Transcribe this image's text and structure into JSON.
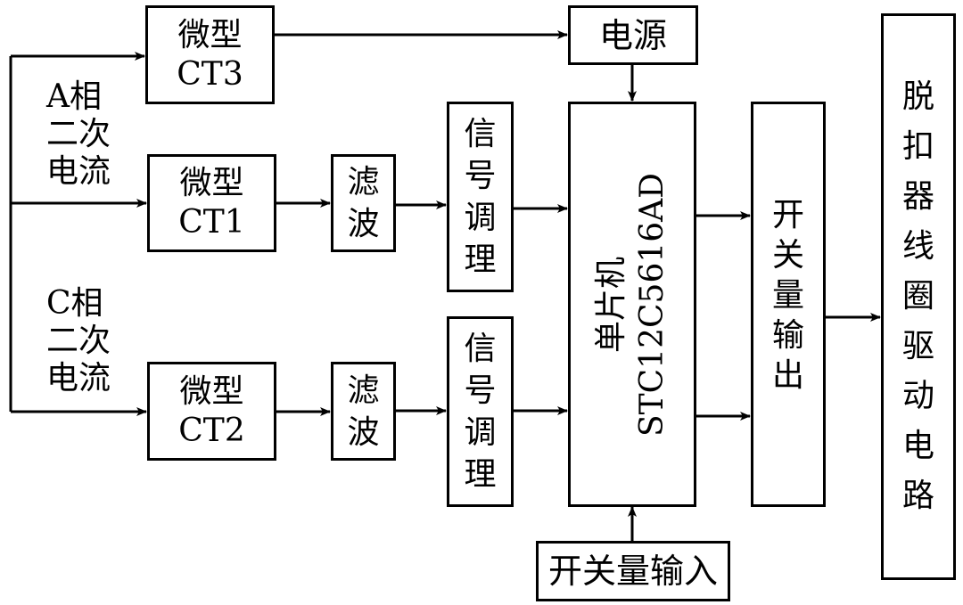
{
  "diagram": {
    "inputs": {
      "phase_a": [
        "A相",
        "二次",
        "电流"
      ],
      "phase_c": [
        "C相",
        "二次",
        "电流"
      ]
    },
    "blocks": {
      "ct3": {
        "line1": "微型",
        "line2": "CT3"
      },
      "ct1": {
        "line1": "微型",
        "line2": "CT1"
      },
      "ct2": {
        "line1": "微型",
        "line2": "CT2"
      },
      "filter1": "滤波",
      "filter2": "滤波",
      "conditioning1": "信号调理",
      "conditioning2": "信号调理",
      "power": "电源",
      "mcu": {
        "line1": "单片机",
        "line2": "STC12C5616AD"
      },
      "switch_output": "开关量输出",
      "switch_input": "开关量输入",
      "trip_driver": "脱扣器线圈驱动电路"
    },
    "connections": [
      [
        "A相二次电流",
        "微型CT3"
      ],
      [
        "A相二次电流",
        "微型CT1"
      ],
      [
        "C相二次电流",
        "微型CT2"
      ],
      [
        "微型CT3",
        "电源"
      ],
      [
        "电源",
        "单片机"
      ],
      [
        "微型CT1",
        "滤波"
      ],
      [
        "滤波",
        "信号调理"
      ],
      [
        "信号调理",
        "单片机"
      ],
      [
        "微型CT2",
        "滤波"
      ],
      [
        "滤波",
        "信号调理"
      ],
      [
        "信号调理",
        "单片机"
      ],
      [
        "单片机",
        "开关量输出"
      ],
      [
        "开关量输入",
        "单片机"
      ],
      [
        "开关量输出",
        "脱扣器线圈驱动电路"
      ]
    ]
  }
}
